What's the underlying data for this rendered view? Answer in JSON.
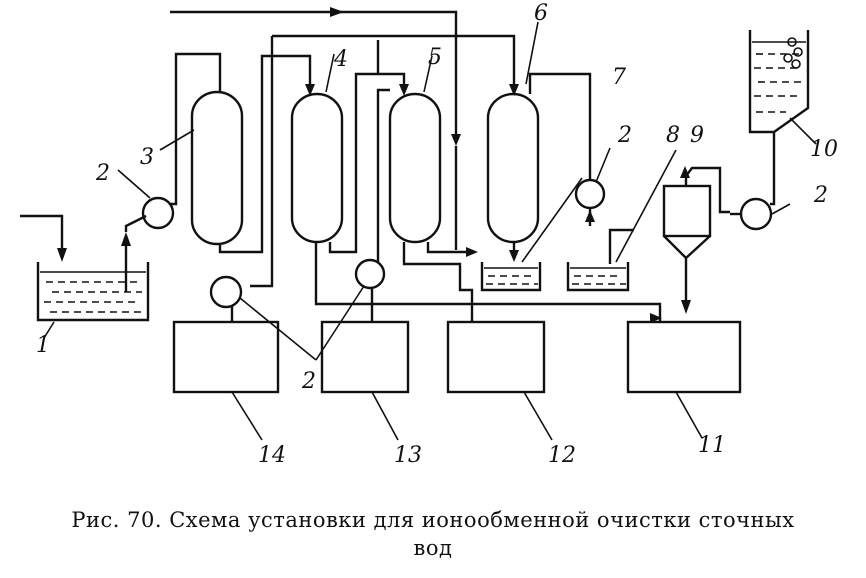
{
  "caption": {
    "line1": "Рис. 70. Схема установки для ионообменной очистки сточных",
    "line2": "вод"
  },
  "labels": {
    "n1": "1",
    "n2a": "2",
    "n2b": "2",
    "n2c": "2",
    "n2d": "2",
    "n3": "3",
    "n4": "4",
    "n5": "5",
    "n6": "6",
    "n7": "7",
    "n8": "8",
    "n9": "9",
    "n10": "10",
    "n11": "11",
    "n12": "12",
    "n13": "13",
    "n14": "14"
  }
}
